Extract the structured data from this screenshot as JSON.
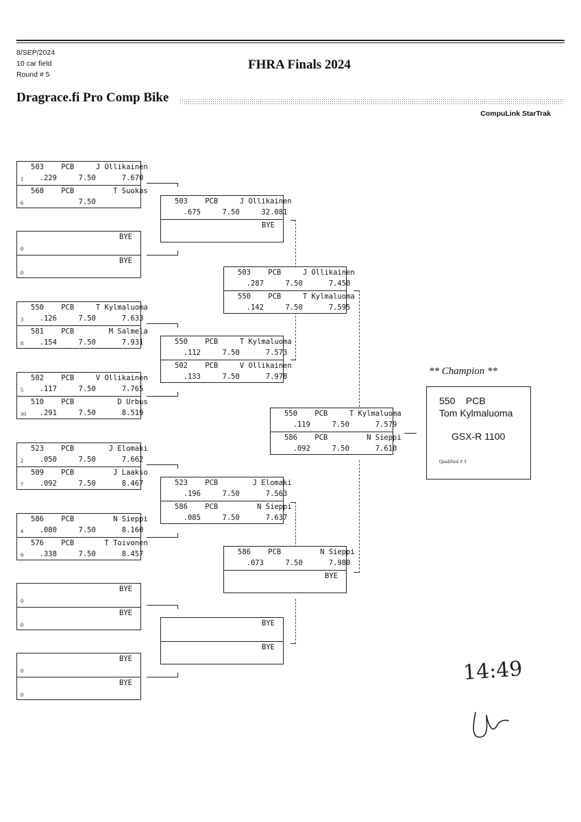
{
  "header": {
    "date": "8/SEP/2024",
    "field": "10 car field",
    "round": "Round # 5",
    "event_title": "FHRA Finals 2024",
    "class_title": "Dragrace.fi Pro Comp Bike",
    "vendor": "CompuLink StarTrak"
  },
  "round1": [
    {
      "top": {
        "car": "503",
        "cls": "PCB",
        "name": "J Ollikainen",
        "seed": "1",
        "rt": ".229",
        "dial": "7.50",
        "et": "7.670"
      },
      "bottom": {
        "car": "568",
        "cls": "PCB",
        "name": "T Suokas",
        "seed": "6",
        "rt": "",
        "dial": "7.50",
        "et": ""
      }
    },
    {
      "top": {
        "car": "",
        "cls": "",
        "name": "BYE",
        "seed": "0",
        "rt": "",
        "dial": "",
        "et": ""
      },
      "bottom": {
        "car": "",
        "cls": "",
        "name": "BYE",
        "seed": "0",
        "rt": "",
        "dial": "",
        "et": ""
      }
    },
    {
      "top": {
        "car": "550",
        "cls": "PCB",
        "name": "T Kylmaluoma",
        "seed": "3",
        "rt": ".126",
        "dial": "7.50",
        "et": "7.633"
      },
      "bottom": {
        "car": "581",
        "cls": "PCB",
        "name": "M Salmela",
        "seed": "8",
        "rt": ".154",
        "dial": "7.50",
        "et": "7.931"
      }
    },
    {
      "top": {
        "car": "502",
        "cls": "PCB",
        "name": "V Ollikainen",
        "seed": "5",
        "rt": ".117",
        "dial": "7.50",
        "et": "7.765"
      },
      "bottom": {
        "car": "510",
        "cls": "PCB",
        "name": "D Urbus",
        "seed": "10",
        "rt": ".291",
        "dial": "7.50",
        "et": "8.519"
      }
    },
    {
      "top": {
        "car": "523",
        "cls": "PCB",
        "name": "J Elomaki",
        "seed": "2",
        "rt": ".050",
        "dial": "7.50",
        "et": "7.662"
      },
      "bottom": {
        "car": "509",
        "cls": "PCB",
        "name": "J Laakso",
        "seed": "7",
        "rt": ".092",
        "dial": "7.50",
        "et": "8.467"
      }
    },
    {
      "top": {
        "car": "586",
        "cls": "PCB",
        "name": "N Sieppi",
        "seed": "4",
        "rt": ".080",
        "dial": "7.50",
        "et": "8.160"
      },
      "bottom": {
        "car": "576",
        "cls": "PCB",
        "name": "T Toivonen",
        "seed": "9",
        "rt": ".338",
        "dial": "7.50",
        "et": "8.457"
      }
    },
    {
      "top": {
        "car": "",
        "cls": "",
        "name": "BYE",
        "seed": "0",
        "rt": "",
        "dial": "",
        "et": ""
      },
      "bottom": {
        "car": "",
        "cls": "",
        "name": "BYE",
        "seed": "0",
        "rt": "",
        "dial": "",
        "et": ""
      }
    },
    {
      "top": {
        "car": "",
        "cls": "",
        "name": "BYE",
        "seed": "0",
        "rt": "",
        "dial": "",
        "et": ""
      },
      "bottom": {
        "car": "",
        "cls": "",
        "name": "BYE",
        "seed": "0",
        "rt": "",
        "dial": "",
        "et": ""
      }
    }
  ],
  "round2": [
    {
      "top": {
        "car": "503",
        "cls": "PCB",
        "name": "J Ollikainen",
        "rt": ".675",
        "dial": "7.50",
        "et": "32.081"
      },
      "bottom": {
        "car": "",
        "cls": "",
        "name": "BYE",
        "rt": "",
        "dial": "",
        "et": ""
      }
    },
    {
      "top": {
        "car": "550",
        "cls": "PCB",
        "name": "T Kylmaluoma",
        "rt": ".112",
        "dial": "7.50",
        "et": "7.573"
      },
      "bottom": {
        "car": "502",
        "cls": "PCB",
        "name": "V Ollikainen",
        "rt": ".133",
        "dial": "7.50",
        "et": "7.978"
      }
    },
    {
      "top": {
        "car": "523",
        "cls": "PCB",
        "name": "J Elomaki",
        "rt": ".196",
        "dial": "7.50",
        "et": "7.563"
      },
      "bottom": {
        "car": "586",
        "cls": "PCB",
        "name": "N Sieppi",
        "rt": ".085",
        "dial": "7.50",
        "et": "7.637"
      }
    },
    {
      "top": {
        "car": "",
        "cls": "",
        "name": "BYE",
        "rt": "",
        "dial": "",
        "et": ""
      },
      "bottom": {
        "car": "",
        "cls": "",
        "name": "BYE",
        "rt": "",
        "dial": "",
        "et": ""
      }
    }
  ],
  "round3": [
    {
      "top": {
        "car": "503",
        "cls": "PCB",
        "name": "J Ollikainen",
        "rt": ".287",
        "dial": "7.50",
        "et": "7.450"
      },
      "bottom": {
        "car": "550",
        "cls": "PCB",
        "name": "T Kylmaluoma",
        "rt": ".142",
        "dial": "7.50",
        "et": "7.595"
      }
    },
    {
      "top": {
        "car": "586",
        "cls": "PCB",
        "name": "N Sieppi",
        "rt": ".073",
        "dial": "7.50",
        "et": "7.980"
      },
      "bottom": {
        "car": "",
        "cls": "",
        "name": "BYE",
        "rt": "",
        "dial": "",
        "et": ""
      }
    }
  ],
  "final": {
    "top": {
      "car": "550",
      "cls": "PCB",
      "name": "T Kylmaluoma",
      "rt": ".119",
      "dial": "7.50",
      "et": "7.579"
    },
    "bottom": {
      "car": "586",
      "cls": "PCB",
      "name": "N Sieppi",
      "rt": ".092",
      "dial": "7.50",
      "et": "7.610"
    }
  },
  "champion": {
    "label": "** Champion **",
    "car_class": "550    PCB",
    "name": "Tom Kylmaluoma",
    "vehicle": "GSX-R 1100",
    "qualified": "Qualified # 3"
  },
  "handwritten_time": "14:49"
}
